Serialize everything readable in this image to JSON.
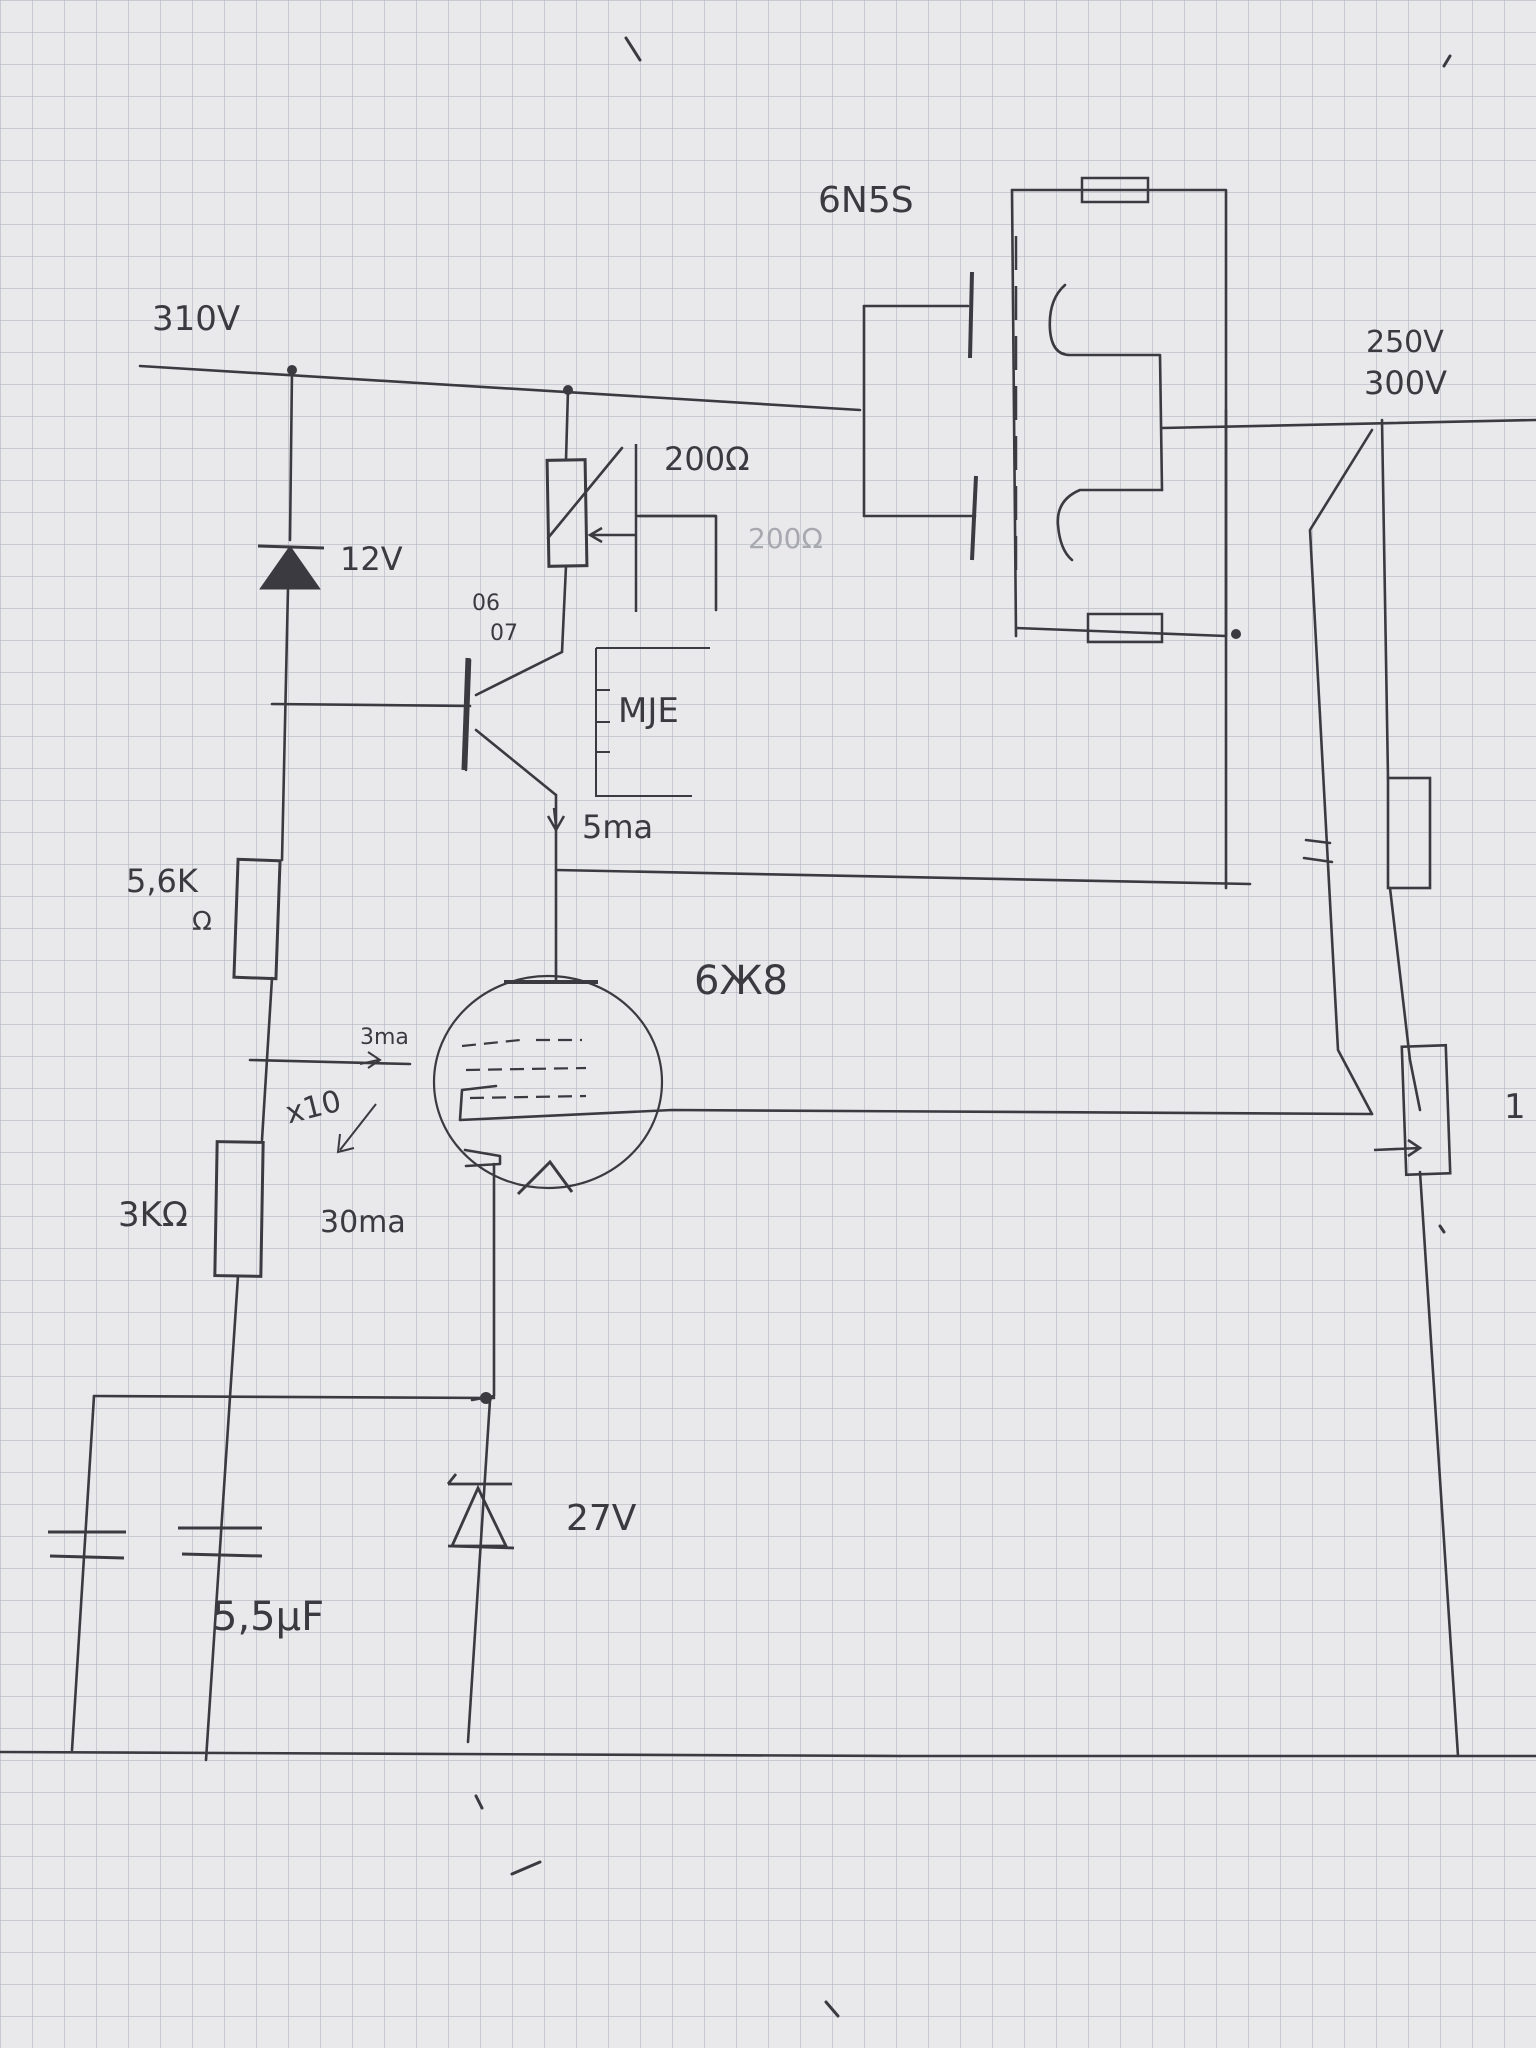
{
  "colors": {
    "paper": "#e9e9ec",
    "grid": "#b3b6c2",
    "ink": "#3a3a40",
    "faint": "#a8a8b0"
  },
  "labels": {
    "supply_left": "310V",
    "zener_top": "12V",
    "pot": "200Ω",
    "pot_faint": "200Ω",
    "transistor_gain": "06",
    "transistor_gain2": "07",
    "transistor_type": "MJE",
    "collector_current": "5ma",
    "tube_sense": "6Ж8",
    "tube_dual": "6N5S",
    "res_top": "5,6K",
    "res_top_unit": "Ω",
    "g2_current": "3ma",
    "gain": "x10",
    "res_bottom": "3KΩ",
    "cathode_current": "30ma",
    "zener_bottom": "27V",
    "cap": "5,5µF",
    "out_voltage_1": "250V",
    "out_voltage_2": "300V",
    "edge_label": "1"
  }
}
